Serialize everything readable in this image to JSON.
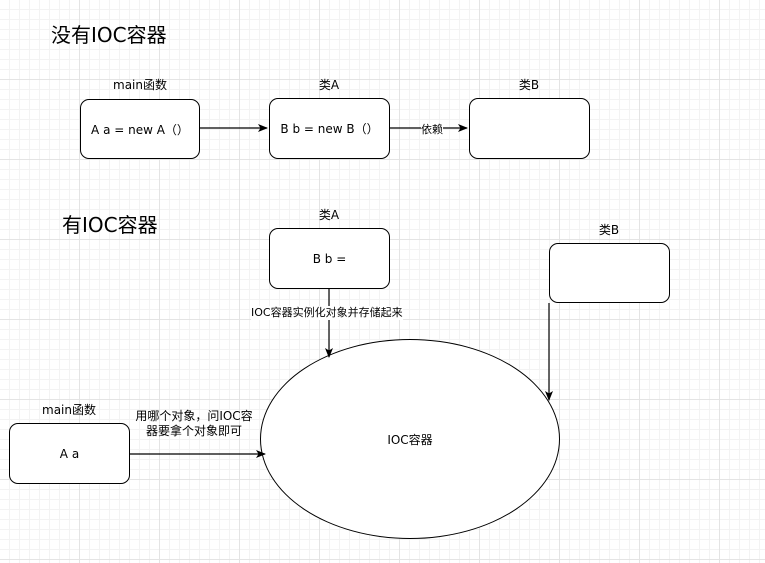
{
  "without_ioc": {
    "title": "没有IOC容器",
    "main_box": {
      "label": "main函数",
      "text": "A a = new A（）"
    },
    "class_a_box": {
      "label": "类A",
      "text": "B b = new B（）"
    },
    "class_b_box": {
      "label": "类B",
      "text": ""
    },
    "depends_label": "依赖"
  },
  "with_ioc": {
    "title": "有IOC容器",
    "class_a_box": {
      "label": "类A",
      "text": "B b ="
    },
    "class_b_box": {
      "label": "类B",
      "text": ""
    },
    "main_box": {
      "label": "main函数",
      "text": "A a"
    },
    "container": {
      "text": "IOC容器"
    },
    "instantiate_label": "IOC容器实例化对象并存储起来",
    "request_label_line1": "用哪个对象，问IOC容",
    "request_label_line2": "器要拿个对象即可"
  },
  "colors": {
    "line": "#000000",
    "grid": "#e4e4e4",
    "background": "#ffffff"
  }
}
